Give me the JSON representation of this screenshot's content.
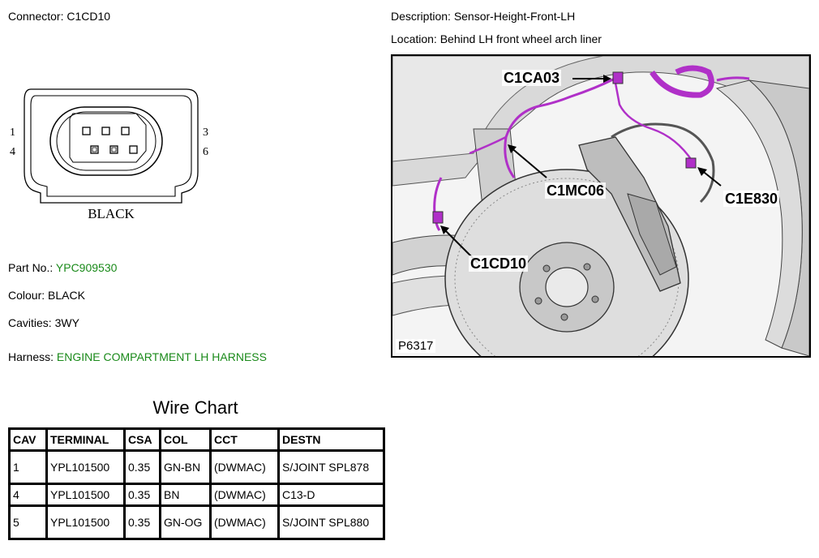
{
  "connector": {
    "label": "Connector:",
    "value": "C1CD10"
  },
  "description": {
    "label": "Description:",
    "value": "Sensor-Height-Front-LH"
  },
  "location": {
    "label": "Location:",
    "value": "Behind LH front wheel arch liner"
  },
  "connector_face": {
    "pin_labels": {
      "top_left": "1",
      "bottom_left": "4",
      "top_right": "3",
      "bottom_right": "6"
    },
    "color_label": "BLACK"
  },
  "part_no": {
    "label": "Part No.:",
    "value": "YPC909530"
  },
  "colour": {
    "label": "Colour:",
    "value": "BLACK"
  },
  "cavities": {
    "label": "Cavities:",
    "value": "3WY"
  },
  "harness": {
    "label": "Harness:",
    "value": "ENGINE COMPARTMENT LH HARNESS"
  },
  "photo": {
    "callouts": {
      "c1ca03": "C1CA03",
      "c1mc06": "C1MC06",
      "c1e830": "C1E830",
      "c1cd10": "C1CD10"
    },
    "figure_code": "P6317",
    "colors": {
      "harness": "#b030c8",
      "frame": "#000000"
    }
  },
  "wire_chart": {
    "title": "Wire Chart",
    "headers": [
      "CAV",
      "TERMINAL",
      "CSA",
      "COL",
      "CCT",
      "DESTN"
    ],
    "rows": [
      [
        "1",
        "YPL101500",
        "0.35",
        "GN-BN",
        "(DWMAC)",
        "S/JOINT SPL878"
      ],
      [
        "4",
        "YPL101500",
        "0.35",
        "BN",
        "(DWMAC)",
        "C13-D"
      ],
      [
        "5",
        "YPL101500",
        "0.35",
        "GN-OG",
        "(DWMAC)",
        "S/JOINT SPL880"
      ]
    ]
  }
}
